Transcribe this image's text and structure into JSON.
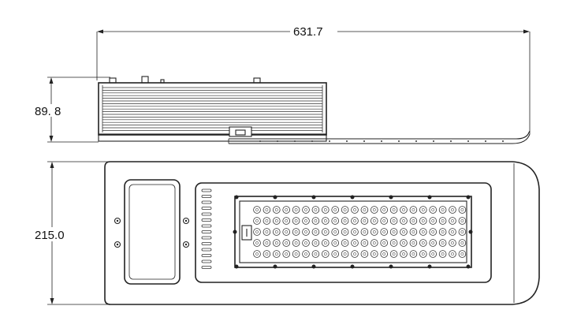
{
  "dimensions": {
    "length": "631.7",
    "side_height": "89. 8",
    "width": "215.0"
  },
  "colors": {
    "line": "#222222",
    "background": "#ffffff"
  }
}
